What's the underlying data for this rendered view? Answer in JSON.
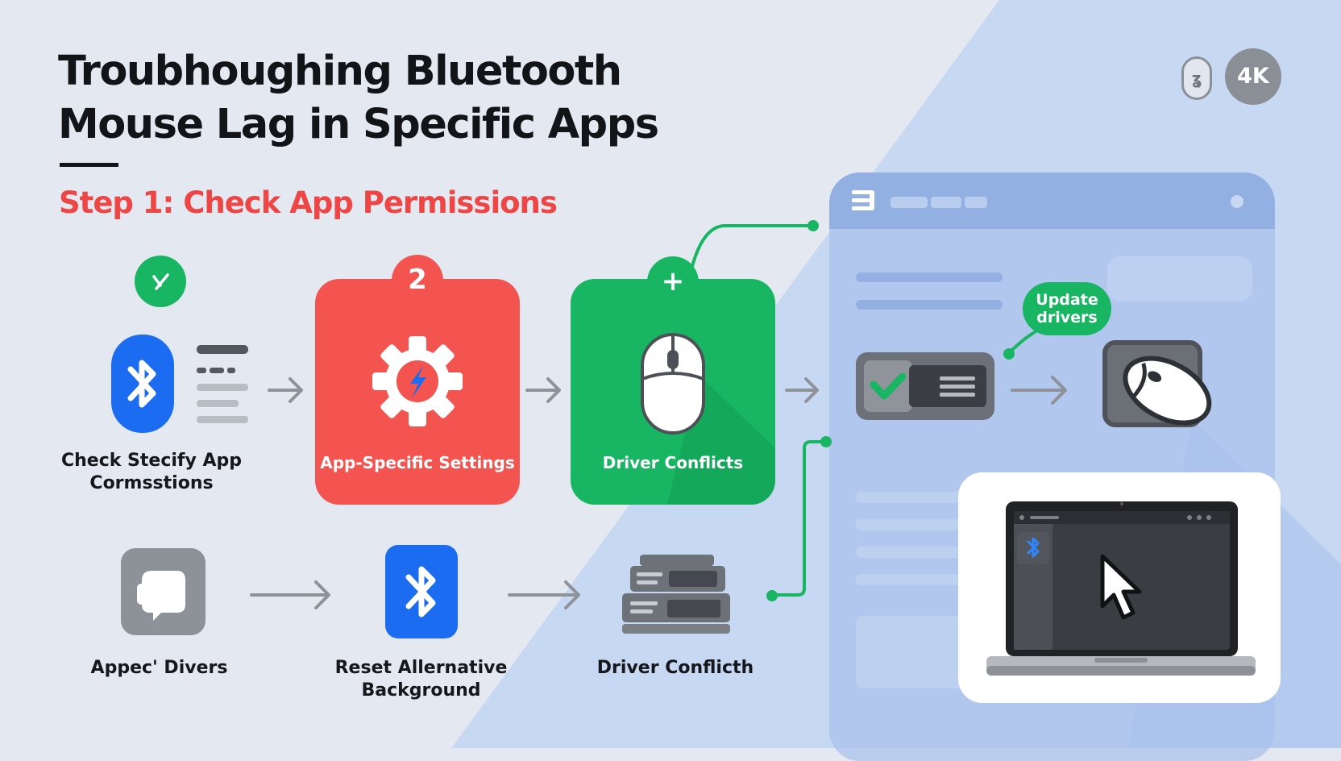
{
  "title": {
    "line1": "Troubhoughing Bluetooth",
    "line2": "Mouse Lag in Specific Apps"
  },
  "step_heading": "Step 1: Check App Permissions",
  "badges": {
    "resolution": "4K"
  },
  "flow_top": {
    "check_label_line1": "Check Stecify App",
    "check_label_line2": "Cormsstions",
    "card_app_settings": {
      "badge": "2",
      "label": "App-Specific Settings",
      "color": "#f35450"
    },
    "card_driver": {
      "badge": "+",
      "label": "Driver Conflicts",
      "color": "#18b562"
    }
  },
  "flow_bottom": {
    "node1_label": "Appec' Divers",
    "node2_label_line1": "Reset Allernative",
    "node2_label_line2": "Background",
    "node3_label": "Driver Conflicth"
  },
  "app_window": {
    "update_bubble_line1": "Update",
    "update_bubble_line2": "drivers"
  },
  "colors": {
    "accent_red": "#ee4545",
    "accent_green": "#18b562",
    "bluetooth_blue": "#1c6cf1",
    "panel_blue": "#a9c1ec"
  },
  "icons": [
    "check-circle-icon",
    "bluetooth-icon",
    "gear-icon",
    "mouse-icon",
    "chat-icon",
    "server-stack-icon",
    "toggle-check-icon",
    "laptop-icon",
    "cursor-icon"
  ]
}
